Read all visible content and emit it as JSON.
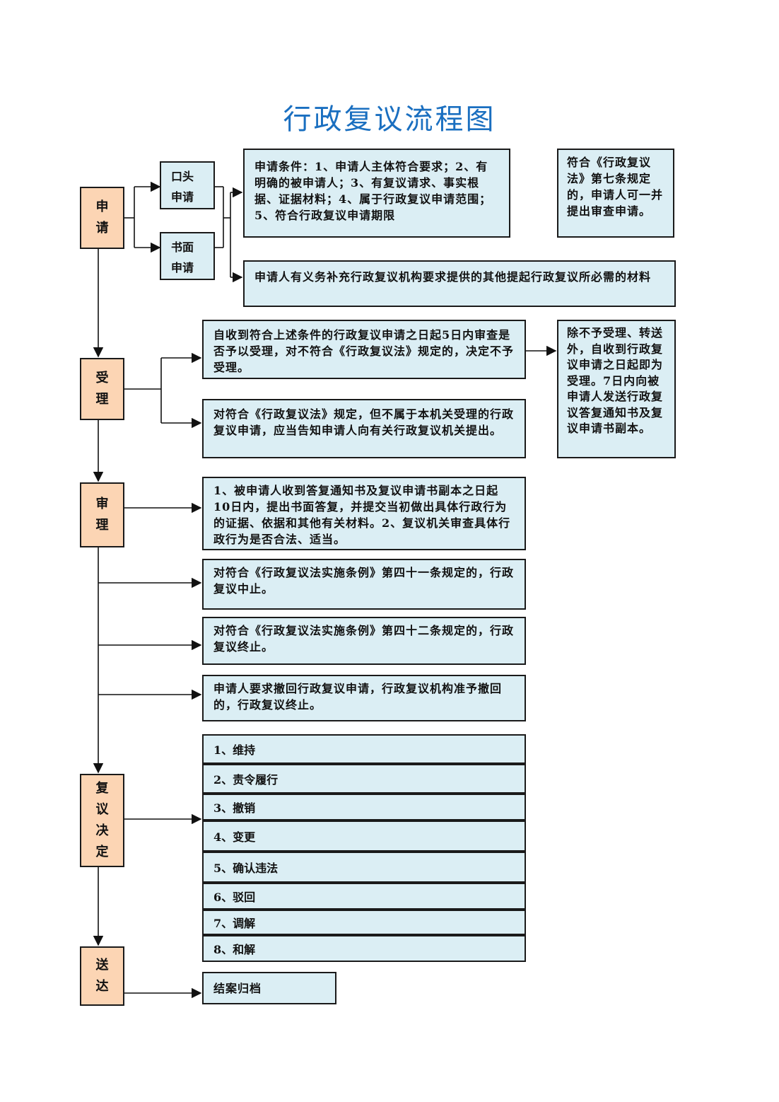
{
  "title": "行政复议流程图",
  "stages": {
    "apply": "申请",
    "accept": "受理",
    "review": "审理",
    "decision": "复议决定",
    "deliver": "送达"
  },
  "apply_methods": {
    "oral": "口头申请",
    "written": "书面申请"
  },
  "boxes": {
    "apply_conditions": "申请条件：1、申请人主体符合要求；2、有明确的被申请人；3、有复议请求、事实根据、证据材料；4、属于行政复议申请范围；5、符合行政复议申请期限",
    "apply_review": "符合《行政复议法》第七条规定的，申请人可一并提出审查申请。",
    "apply_supplement": "申请人有义务补充行政复议机构要求提供的其他提起行政复议所必需的材料",
    "accept_check": "自收到符合上述条件的行政复议申请之日起5日内审查是否予以受理，对不符合《行政复议法》规定的，决定不予受理。",
    "accept_deemed": "除不予受理、转送外，自收到行政复议申请之日起即为受理。7日内向被申请人发送行政复议答复通知书及复议申请书副本。",
    "accept_redirect": "对符合《行政复议法》规定，但不属于本机关受理的行政复议申请，应当告知申请人向有关行政复议机关提出。",
    "review_reply": "1、被申请人收到答复通知书及复议申请书副本之日起10日内，提出书面答复，并提交当初做出具体行政行为的证据、依据和其他有关材料。2、复议机关审查具体行政行为是否合法、适当。",
    "review_suspend": "对符合《行政复议法实施条例》第四十一条规定的，行政复议中止。",
    "review_terminate": "对符合《行政复议法实施条例》第四十二条规定的，行政复议终止。",
    "review_withdraw": "申请人要求撤回行政复议申请，行政复议机构准予撤回的，行政复议终止。",
    "deliver_archive": "结案归档"
  },
  "decision_options": [
    "1、维持",
    "2、责令履行",
    "3、撤销",
    "4、变更",
    "5、确认违法",
    "6、驳回",
    "7、调解",
    "8、和解"
  ]
}
